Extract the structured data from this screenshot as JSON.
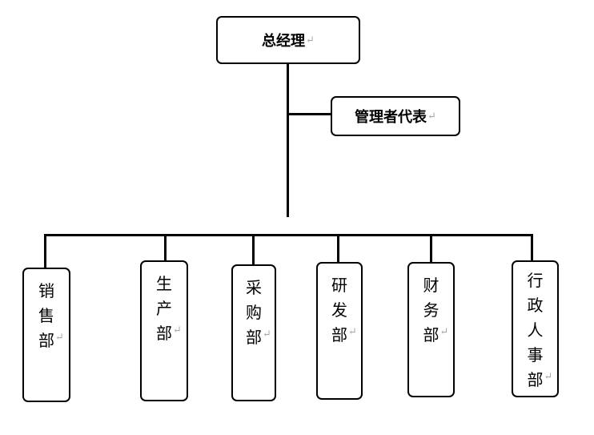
{
  "top": {
    "label": "总经理",
    "mark": "↵"
  },
  "rep": {
    "label": "管理者代表",
    "mark": "↵"
  },
  "departments": [
    {
      "chars": [
        "销",
        "售",
        "部"
      ],
      "mark": "↵"
    },
    {
      "chars": [
        "生",
        "产",
        "部"
      ],
      "mark": "↵"
    },
    {
      "chars": [
        "采",
        "购",
        "部"
      ],
      "mark": "↵"
    },
    {
      "chars": [
        "研",
        "发",
        "部"
      ],
      "mark": "↵"
    },
    {
      "chars": [
        "财",
        "务",
        "部"
      ],
      "mark": "↵"
    },
    {
      "chars": [
        "行",
        "政",
        "人",
        "事",
        "部"
      ],
      "mark": "↵"
    }
  ]
}
